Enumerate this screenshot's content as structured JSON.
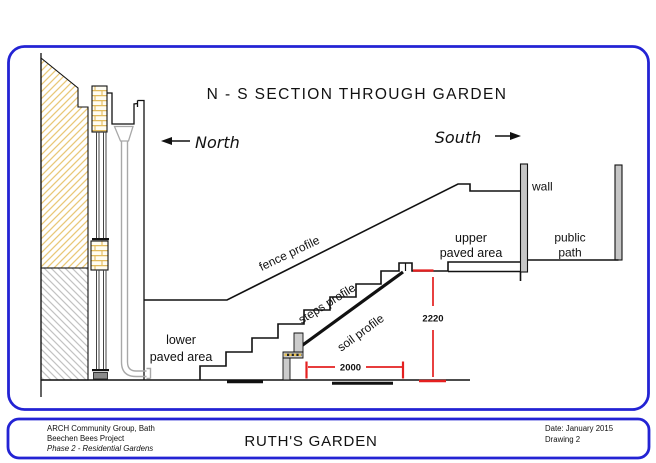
{
  "drawing": {
    "title": "N - S SECTION THROUGH GARDEN",
    "north_label": "North",
    "south_label": "South",
    "annotations": {
      "fence_profile": "fence profile",
      "steps_profile": "steps profile",
      "soil_profile": "soil profile",
      "lower_paved_line1": "lower",
      "lower_paved_line2": "paved area",
      "upper_paved_line1": "upper",
      "upper_paved_line2": "paved area",
      "wall": "wall",
      "public_path_line1": "public",
      "public_path_line2": "path"
    },
    "dimensions": {
      "height_mm": "2220",
      "width_mm": "2000"
    }
  },
  "title_block": {
    "org_line1": "ARCH Community Group, Bath",
    "org_line2": "Beechen Bees Project",
    "org_line3": "Phase 2 - Residential Gardens",
    "drawing_title": "RUTH'S GARDEN",
    "date": "Date: January 2015",
    "drawing_number": "Drawing 2"
  },
  "colors": {
    "frame_blue": "#2323d4",
    "dimension_red": "#e42020",
    "hatch_yellow": "#e9c878",
    "hatch_gray": "#c2c2c2",
    "wall_gray": "#c6c6c6",
    "pipe_gray": "#a8a8a8"
  }
}
